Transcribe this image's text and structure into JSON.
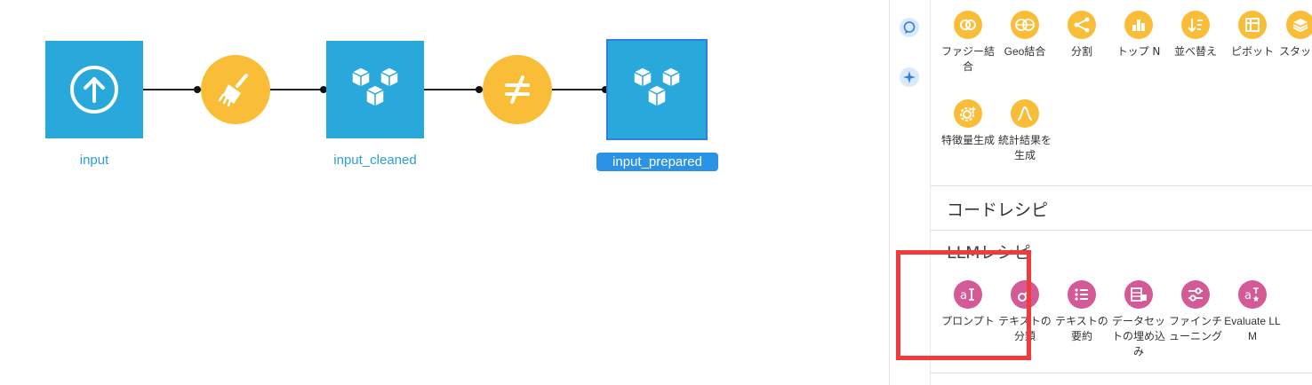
{
  "flow": {
    "datasets": [
      {
        "label": "input",
        "icon": "upload-icon"
      },
      {
        "label": "input_cleaned",
        "icon": "cubes-icon"
      },
      {
        "label": "input_prepared",
        "icon": "cubes-icon"
      }
    ],
    "recipes": [
      {
        "icon": "broom-icon"
      },
      {
        "icon": "not-equal-icon"
      }
    ]
  },
  "panel": {
    "visual_recipes": [
      {
        "label": "ファジー結合",
        "icon": "fuzzy-join-icon"
      },
      {
        "label": "Geo結合",
        "icon": "geo-join-icon"
      },
      {
        "label": "分割",
        "icon": "split-icon"
      },
      {
        "label": "トップ N",
        "icon": "top-n-icon"
      },
      {
        "label": "並べ替え",
        "icon": "sort-icon"
      },
      {
        "label": "ピボット",
        "icon": "pivot-icon"
      },
      {
        "label": "スタッ",
        "icon": "stack-icon"
      },
      {
        "label": "特徴量生成",
        "icon": "feature-gen-icon"
      },
      {
        "label": "統計結果を生成",
        "icon": "stats-icon"
      }
    ],
    "code_recipes_title": "コードレシピ",
    "llm_recipes_title": "LLMレシピ",
    "llm_recipes": [
      {
        "label": "プロンプト",
        "icon": "prompt-icon"
      },
      {
        "label": "テキストの分類",
        "icon": "classify-text-icon"
      },
      {
        "label": "テキストの要約",
        "icon": "summarize-text-icon"
      },
      {
        "label": "データセットの埋め込み",
        "icon": "embed-dataset-icon"
      },
      {
        "label": "ファインチューニング",
        "icon": "fine-tune-icon"
      },
      {
        "label": "Evaluate LLM",
        "icon": "evaluate-llm-icon"
      }
    ]
  },
  "colors": {
    "dataset": "#29a8dc",
    "recipe_visual": "#f9bd37",
    "recipe_llm": "#d45a95",
    "highlight": "#ef3b3b",
    "selection": "#2b93e5"
  }
}
